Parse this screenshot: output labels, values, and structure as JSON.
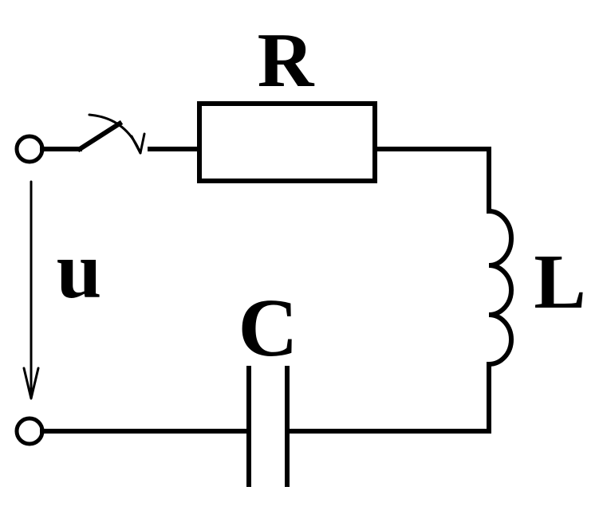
{
  "diagram": {
    "labels": {
      "resistor": "R",
      "inductor": "L",
      "capacitor": "C",
      "voltage": "u"
    },
    "stroke_color": "#000000",
    "background_color": "#ffffff"
  }
}
